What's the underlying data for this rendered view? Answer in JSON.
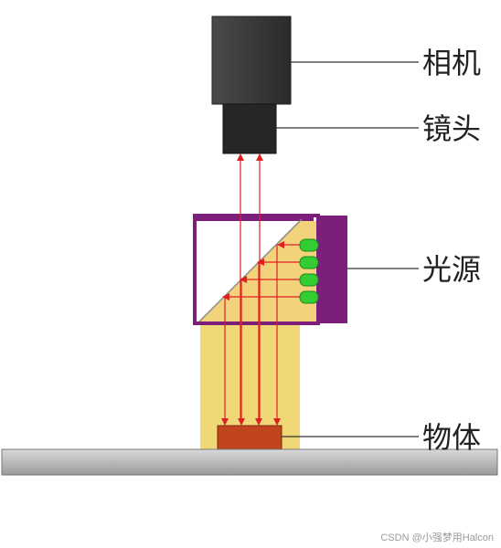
{
  "labels": {
    "camera": "相机",
    "lens": "镜头",
    "light_source": "光源",
    "object": "物体"
  },
  "watermark": "CSDN @小强梦用Halcon",
  "colors": {
    "camera_body": "#3a3a3a",
    "lens": "#2a2a2a",
    "light_fill": "#f2d27a",
    "light_beam": "#efd15e",
    "frame_purple": "#7b1f7a",
    "led_green": "#33cc33",
    "ray_red": "#e02020",
    "object": "#c0441c",
    "stage": "#b0b0b0"
  }
}
